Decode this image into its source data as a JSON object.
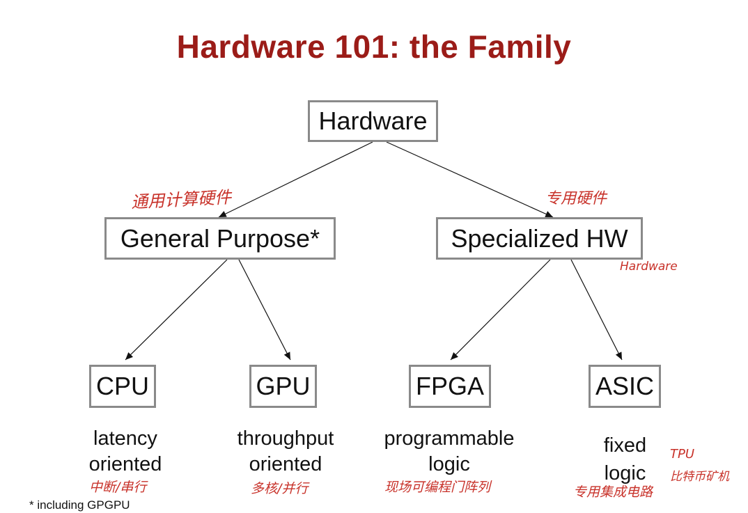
{
  "title": "Hardware 101: the Family",
  "nodes": {
    "root": "Hardware",
    "general": "General Purpose*",
    "specialized": "Specialized HW",
    "cpu": "CPU",
    "gpu": "GPU",
    "fpga": "FPGA",
    "asic": "ASIC"
  },
  "descriptions": {
    "cpu": "latency\noriented",
    "gpu": "throughput\noriented",
    "fpga": "programmable\nlogic",
    "asic": "fixed\nlogic"
  },
  "annotations": {
    "general": "通用计算硬件",
    "specialized": "专用硬件",
    "specialized_hw": "Hardware",
    "cpu": "中断/串行",
    "gpu": "多核/并行",
    "fpga": "现场可编程门阵列",
    "asic": "专用集成电路",
    "tpu": "TPU",
    "tpu_sub": "比特币矿机"
  },
  "footnote": "* including GPGPU"
}
